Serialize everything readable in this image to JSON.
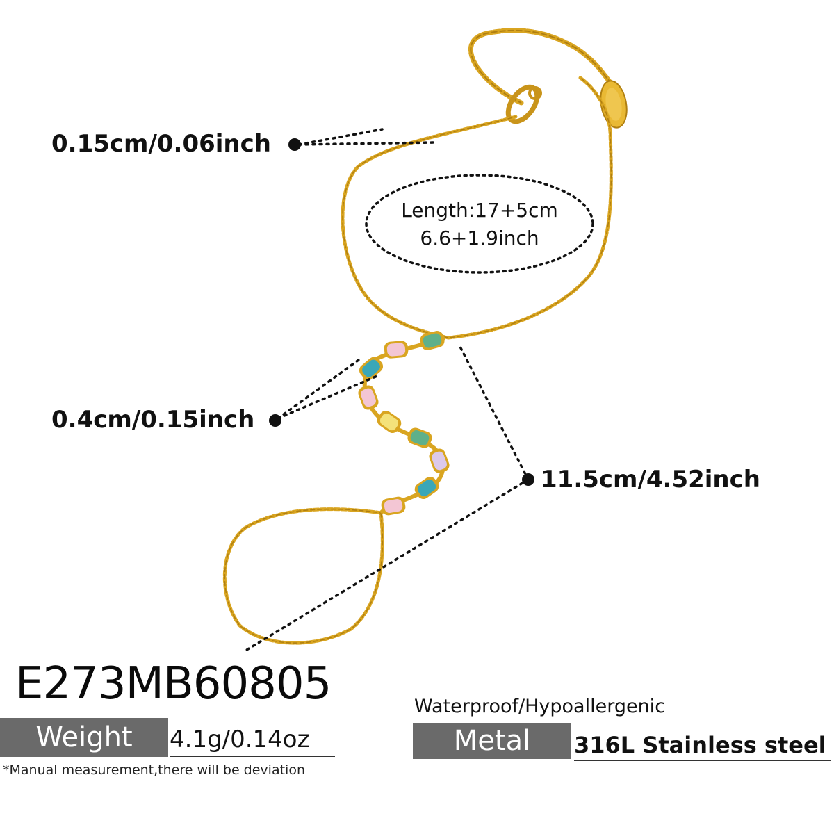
{
  "sku": "E273MB60805",
  "oval": {
    "line1": "Length:17+5cm",
    "line2": "6.6+1.9inch"
  },
  "dimensions": {
    "chain_thickness": "0.15cm/0.06inch",
    "stone_width": "0.4cm/0.15inch",
    "drop_length": "11.5cm/4.52inch"
  },
  "weight": {
    "label": "Weight",
    "value": "4.1g/0.14oz"
  },
  "note": "*Manual measurement,there will be deviation",
  "feature": "Waterproof/Hypoallergenic",
  "metal": {
    "label": "Metal",
    "value": "316L Stainless steel"
  },
  "colors": {
    "gold": "#d9a521",
    "gold_dark": "#b07f10",
    "label_box": "#6a6a6a",
    "stone_pink": "#f3c6d4",
    "stone_green": "#5fb08a",
    "stone_teal": "#3aa7b8",
    "stone_yellow": "#f4e27a",
    "stone_lavender": "#dcc9ea"
  }
}
